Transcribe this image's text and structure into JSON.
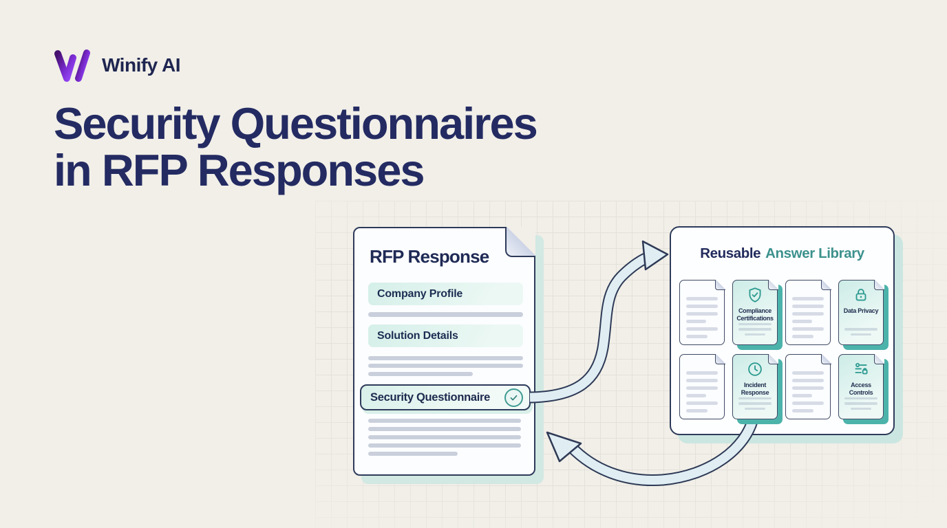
{
  "brand": {
    "name": "Winify AI",
    "logo_icon": "winify-w-logo-icon"
  },
  "headline": {
    "line1": "Security Questionnaires",
    "line2": "in RFP Responses"
  },
  "diagram": {
    "rfp_document": {
      "title": "RFP Response",
      "sections": [
        "Company Profile",
        "Solution Details"
      ],
      "highlighted_section": {
        "label": "Security Questionnaire",
        "icon": "check-circle-icon"
      }
    },
    "answer_library": {
      "title_primary": "Reusable",
      "title_accent": "Answer Library",
      "cards": [
        {
          "type": "document",
          "icon": "document-lines"
        },
        {
          "type": "labeled",
          "icon": "shield-check-icon",
          "label": "Compliance Certifications"
        },
        {
          "type": "document",
          "icon": "document-lines"
        },
        {
          "type": "labeled",
          "icon": "lock-icon",
          "label": "Data Privacy"
        },
        {
          "type": "document",
          "icon": "document-lines"
        },
        {
          "type": "labeled",
          "icon": "clock-icon",
          "label": "Incident Response"
        },
        {
          "type": "document",
          "icon": "document-lines"
        },
        {
          "type": "labeled",
          "icon": "access-sliders-lock-icon",
          "label": "Access Controls"
        }
      ]
    },
    "arrows": [
      {
        "name": "to-library-arrow",
        "from": "Security Questionnaire",
        "to": "Reusable Answer Library"
      },
      {
        "name": "to-document-arrow",
        "from": "Reusable Answer Library",
        "to": "RFP Response"
      }
    ]
  },
  "colors": {
    "background": "#f1efe8",
    "navy_text": "#242b62",
    "navy_border": "#2d3a59",
    "teal_accent": "#3c918d",
    "teal_icon": "#2c9a90",
    "teal_card_shadow": "#4cb3ab",
    "mint_fill": "#d5efe9",
    "soft_shadow_mint": "#d2e8e3",
    "arrow_fill": "#e0eef4",
    "gray_line": "#c9cfdb",
    "logo_purple_dark": "#45106e",
    "logo_purple_bright": "#9b4dff"
  }
}
